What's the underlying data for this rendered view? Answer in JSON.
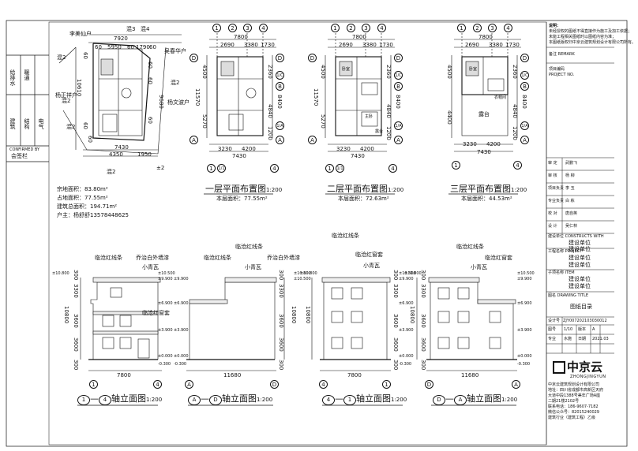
{
  "left_strip": {
    "roles": [
      "给排水",
      "暖通",
      "建筑",
      "结构",
      "电气"
    ],
    "confirmed_by_en": "CONFIRMED BY",
    "confirmed_by_cn": "会签栏"
  },
  "site_plan": {
    "neighbors": [
      "李美仙户",
      "杨正祥户",
      "吴春华户",
      "杨文波户"
    ],
    "roads": [
      "混2",
      "混2",
      "混2",
      "混2",
      "混2",
      "混3",
      "混4"
    ],
    "marker": "±2",
    "dims_top": [
      "7920",
      "60",
      "5950",
      "60",
      "1790",
      "60"
    ],
    "dims_side": [
      "10610",
      "9680",
      "60",
      "60",
      "60",
      "60",
      "60",
      "60"
    ],
    "dims_bottom": [
      "7430",
      "4350",
      "1950"
    ],
    "stats": [
      {
        "label": "宗地面积：",
        "value": "83.80m²"
      },
      {
        "label": "占地面积：",
        "value": "77.55m²"
      },
      {
        "label": "建筑总面积：",
        "value": "194.71m²"
      },
      {
        "label": "户主：",
        "value": "杨舒舒13578448625"
      }
    ]
  },
  "plans": [
    {
      "title": "一层平面布置图",
      "scale": "1:200",
      "area_label": "本层面积：",
      "area": "77.55m²",
      "dims_top": [
        "7800",
        "2690",
        "3380",
        "1730"
      ],
      "dims_left": [
        "4500",
        "11570",
        "5270"
      ],
      "dims_right": [
        "2360",
        "8400",
        "4840",
        "1200"
      ],
      "dims_bottom": [
        "3230",
        "4200",
        "7430"
      ],
      "axes_top": [
        "1",
        "2",
        "3",
        "4"
      ],
      "axes_side": [
        "D",
        "C",
        "1/C",
        "B",
        "1/A",
        "A"
      ],
      "axes_bottom": [
        "1",
        "1/1",
        "4"
      ],
      "rooms": []
    },
    {
      "title": "二层平面布置图",
      "scale": "1:200",
      "area_label": "本层面积：",
      "area": "72.63m²",
      "dims_top": [
        "7800",
        "2690",
        "3380",
        "1730"
      ],
      "dims_left": [
        "4500",
        "11570",
        "5270"
      ],
      "dims_right": [
        "2360",
        "8400",
        "4840",
        "1200"
      ],
      "dims_bottom": [
        "3230",
        "4200",
        "7430"
      ],
      "axes_top": [
        "1",
        "2",
        "3",
        "4"
      ],
      "axes_side": [
        "D",
        "C",
        "1/C",
        "B",
        "1/A",
        "A"
      ],
      "axes_bottom": [
        "1",
        "1/1",
        "4"
      ],
      "rooms": [
        "卧室",
        "主卧",
        "露台"
      ]
    },
    {
      "title": "三层平面布置图",
      "scale": "1:200",
      "area_label": "本层面积：",
      "area": "44.53m²",
      "dims_top": [
        "7800",
        "2690",
        "3380",
        "1730"
      ],
      "dims_left": [
        "4500",
        "4400"
      ],
      "dims_right": [
        "2360",
        "8400",
        "4840",
        "1200"
      ],
      "dims_bottom": [
        "3230",
        "4200",
        "7430"
      ],
      "axes_top": [
        "1",
        "2",
        "3",
        "4"
      ],
      "axes_side": [
        "D",
        "C",
        "1/C",
        "B",
        "1/A",
        "A"
      ],
      "axes_bottom": [
        "1",
        "1/1",
        "4"
      ],
      "rooms": [
        "卧室",
        "衣帽间",
        "露台"
      ]
    }
  ],
  "elevations": [
    {
      "title_a": "1",
      "title_b": "4",
      "suffix": "轴立面图",
      "scale": "1:200",
      "width_dim": "7800",
      "axes": [
        "1",
        "4"
      ],
      "height_dims": [
        "10800",
        "3300",
        "3600",
        "3600",
        "300",
        "300"
      ],
      "levels": [
        "±10.800",
        "±10.500",
        "±9.900",
        "±6.900",
        "±3.900",
        "±0.000",
        "-0.300"
      ],
      "notes": [
        "临沧红线条",
        "乔治白外墙漆",
        "小青瓦",
        "临沧红窗套"
      ]
    },
    {
      "title_a": "A",
      "title_b": "D",
      "suffix": "轴立面图",
      "scale": "1:200",
      "width_dim": "11680",
      "axes": [
        "A",
        "D"
      ],
      "height_dims": [
        "10800",
        "3300",
        "3600",
        "3600",
        "300",
        "300"
      ],
      "levels": [
        "±10.800",
        "±10.500",
        "±9.900",
        "±6.900",
        "±3.900",
        "±0.000",
        "-0.300"
      ],
      "notes": [
        "临沧红线条",
        "小青瓦",
        "乔治白外墙漆",
        "临沧红线条"
      ]
    },
    {
      "title_a": "4",
      "title_b": "1",
      "suffix": "轴立面图",
      "scale": "1:200",
      "width_dim": "7800",
      "axes": [
        "4",
        "1"
      ],
      "height_dims": [
        "10800",
        "3300",
        "3600",
        "3600",
        "300",
        "300"
      ],
      "levels": [
        "±10.800",
        "±10.500",
        "±9.900",
        "±6.900",
        "±3.900",
        "±0.000",
        "-0.300"
      ],
      "notes": [
        "临沧红线条",
        "临沧红窗套",
        "小青瓦"
      ]
    },
    {
      "title_a": "D",
      "title_b": "A",
      "suffix": "轴立面图",
      "scale": "1:200",
      "width_dim": "11680",
      "axes": [
        "D",
        "A"
      ],
      "height_dims": [
        "10800",
        "3300",
        "3600",
        "3600",
        "300",
        "300"
      ],
      "levels": [
        "±10.800",
        "±10.500",
        "±9.900",
        "±6.900",
        "±3.900",
        "±0.000",
        "-0.300"
      ],
      "notes": [
        "临沧红线条",
        "临沧红窗套",
        "小青瓦"
      ]
    }
  ],
  "title_block": {
    "notes_head": "说明：",
    "notes": [
      "未经授权的图纸不得直接作为施工及加工依据；",
      "未能工程相关图纸时以图纸内容为准；",
      "本图纸版权归中京云建筑规划设计有限公司所有。"
    ],
    "remark_label": "备注",
    "remark_value": "REMARK",
    "project_no_label": "项目编码",
    "project_no_value": "PROJECT NO.",
    "signoffs": [
      {
        "role": "审 定",
        "name": "武鹏飞"
      },
      {
        "role": "审 核",
        "name": "杨 柳"
      },
      {
        "role": "项目负责",
        "name": "李 玉"
      },
      {
        "role": "专业负责",
        "name": "白 栋"
      },
      {
        "role": "校 对",
        "name": "唐自英"
      },
      {
        "role": "设 计",
        "name": "吴仁林"
      }
    ],
    "client_label": "建设单位",
    "client_label_en": "CONSTRUCTS WITH",
    "client_values": [
      "建设单位",
      "建设单位"
    ],
    "project_label": "工程名称",
    "project_label_en": "PROJECT",
    "project_values": [
      "建设单位",
      "建设单位"
    ],
    "item_label": "子项名称",
    "item_label_en": "ITEM",
    "item_values": [
      "建设单位",
      "建设单位"
    ],
    "drawing_label": "图名",
    "drawing_label_en": "DRAWING TITLE",
    "drawing_value": "图纸目录",
    "code_label": "设计号",
    "code_value": "ZJY007202103030012",
    "sheet_label": "图号",
    "sheet_value": "1/10",
    "version_label": "版本",
    "version_value": "A",
    "discipline_label": "专业",
    "discipline_value": "水施",
    "date_label": "日期",
    "date_value": "2021.03",
    "logo_cn": "中京云",
    "logo_en": "ZHONGJINGYUN",
    "company": [
      "中京云建筑规划设计有限公司",
      "地址：四川省成都市高新区天府",
      "大道中段1388号美年广场A座",
      "二期21楼2102号",
      "联系电话：186-9607-7182",
      "微信公众号：82015240029",
      "建筑行业（建筑工程）乙级"
    ]
  }
}
